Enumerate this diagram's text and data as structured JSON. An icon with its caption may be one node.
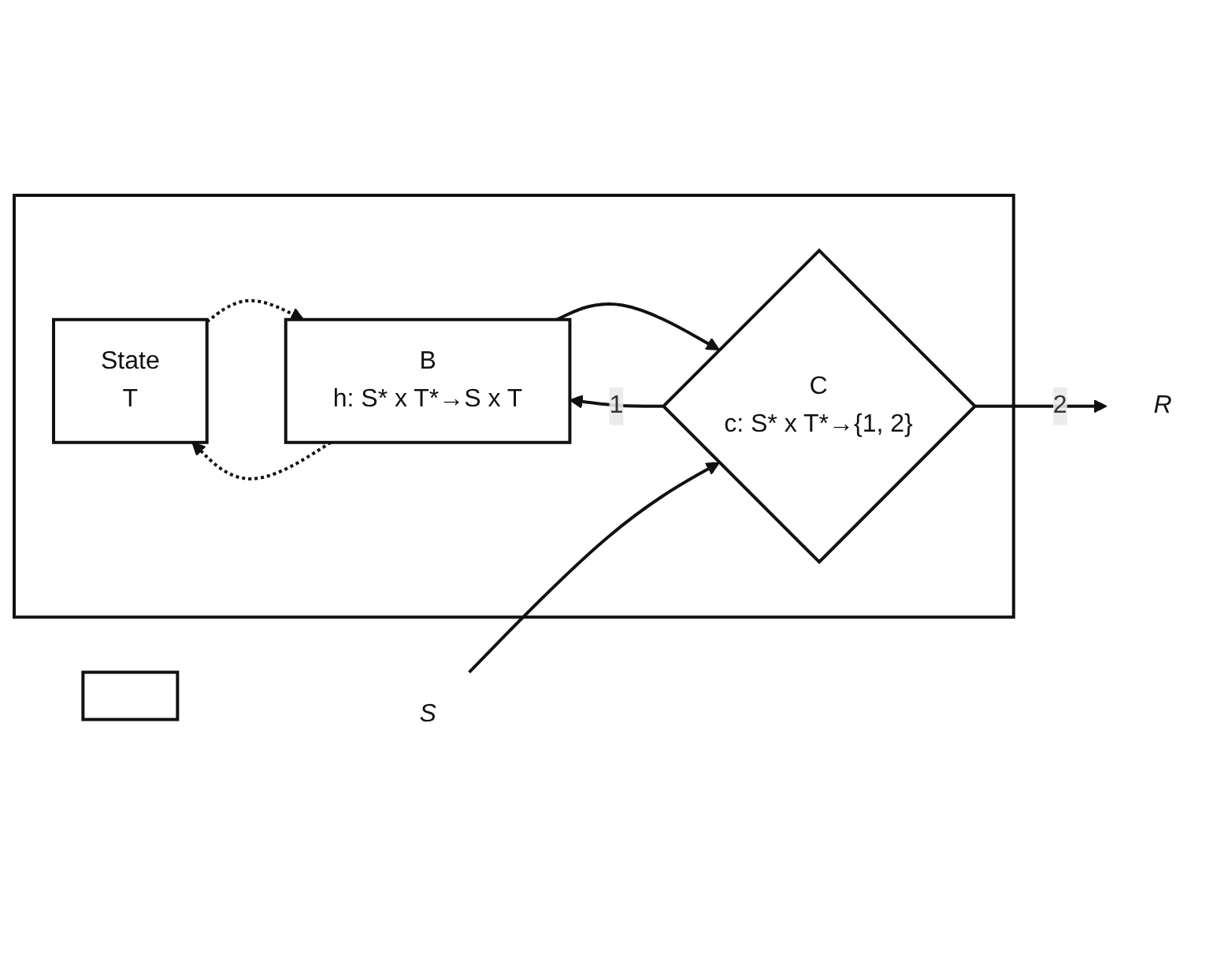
{
  "diagram": {
    "nodes": [
      {
        "text": [],
        "shape": "box"
      },
      {
        "text": [],
        "shape": "box"
      },
      {
        "text": [
          "State",
          "T"
        ],
        "in": 1
      },
      {
        "text": [
          "B",
          "h: S* x T*→S x T"
        ],
        "in": 1
      },
      {
        "text": [
          "S"
        ]
      },
      {
        "text": [
          "C",
          "c: S* x T*→{1, 2}"
        ],
        "in": 1
      },
      {
        "text": [
          "R"
        ]
      }
    ],
    "edges": [
      {
        "from": 3,
        "to": 2,
        "arrow": "to",
        "style": "dashed"
      },
      {
        "from": 2,
        "to": 3,
        "arrow": "to",
        "style": "dashed"
      },
      {
        "from": 5,
        "to": 3,
        "arrow": "to",
        "label": "1"
      },
      {
        "from": 3,
        "to": 5,
        "arrow": "to"
      },
      {
        "from": 4,
        "to": 5,
        "arrow": "to"
      },
      {
        "from": 5,
        "to": 6,
        "arrow": "to",
        "label": "2"
      }
    ]
  }
}
